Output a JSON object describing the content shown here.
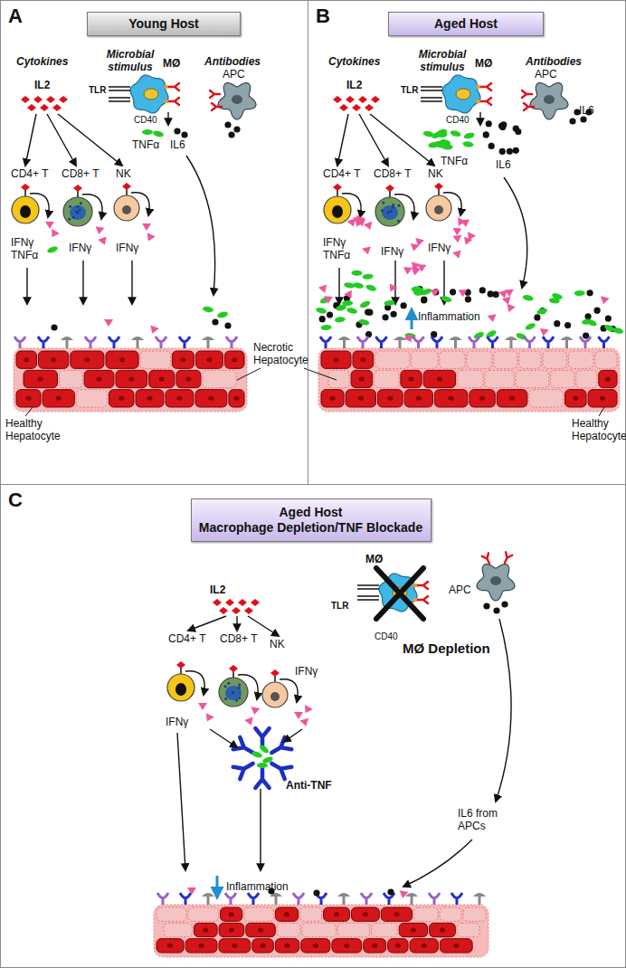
{
  "diagram": {
    "nodes": [
      {
        "text": [
          "A"
        ]
      },
      {
        "text": [
          "Young Host"
        ],
        "in": 0
      },
      {
        "text": [
          "B"
        ]
      },
      {
        "text": [
          "Aged Host"
        ],
        "in": 2
      },
      {
        "text": [
          "C"
        ]
      },
      {
        "text": [
          "Aged Host",
          "Macrophage Depletion/TNF Blockade"
        ],
        "in": 4
      }
    ],
    "labels": [
      "Cytokines",
      "Microbial stimulus",
      "Antibodies",
      "MØ",
      "APC",
      "IL2",
      "TLR",
      "CD40",
      "TNFα",
      "IL6",
      "CD4+ T",
      "CD8+ T",
      "NK",
      "IFNγ TNFα",
      "IFNγ",
      "IFNγ",
      "Healthy Hepatocyte",
      "Necrotic Hepatocyte",
      "Cytokines",
      "Microbial stimulus",
      "MØ",
      "Antibodies",
      "APC",
      "IL2",
      "TLR",
      "CD40",
      "TNFα",
      "IL6",
      "IL6",
      "CD4+ T",
      "CD8+ T",
      "NK",
      "IFNγ TNFα",
      "IFNγ",
      "IFNγ",
      "Inflammation",
      "Healthy Hepatocyte",
      "IL2",
      "TLR",
      "MØ",
      "CD40",
      "APC",
      "MØ Depletion",
      "CD4+ T",
      "CD8+ T",
      "NK",
      "IFNγ",
      "IFNγ",
      "Anti-TNF",
      "IL6 from APCs",
      "Inflammation"
    ]
  }
}
